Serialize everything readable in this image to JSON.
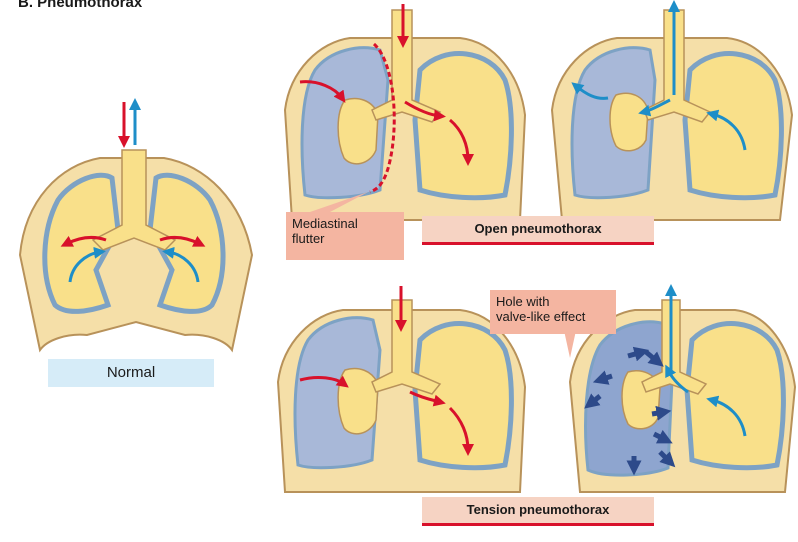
{
  "heading": "B. Pneumothorax",
  "labels": {
    "normal": "Normal",
    "open": "Open pneumothorax",
    "tension": "Tension pneumothorax",
    "flutter": "Mediastinal\nflutter",
    "hole": "Hole with\nvalve-like effect"
  },
  "colors": {
    "chest": "#f5dfa8",
    "chest_outline": "#b8925a",
    "lung": "#f9e08a",
    "pleura": "#7da2c4",
    "collapsed": "#a8b8d8",
    "inflow_arrow": "#d8112b",
    "outflow_arrow": "#1e8ec8",
    "trapped_air_arrow": "#2d4a8a"
  }
}
